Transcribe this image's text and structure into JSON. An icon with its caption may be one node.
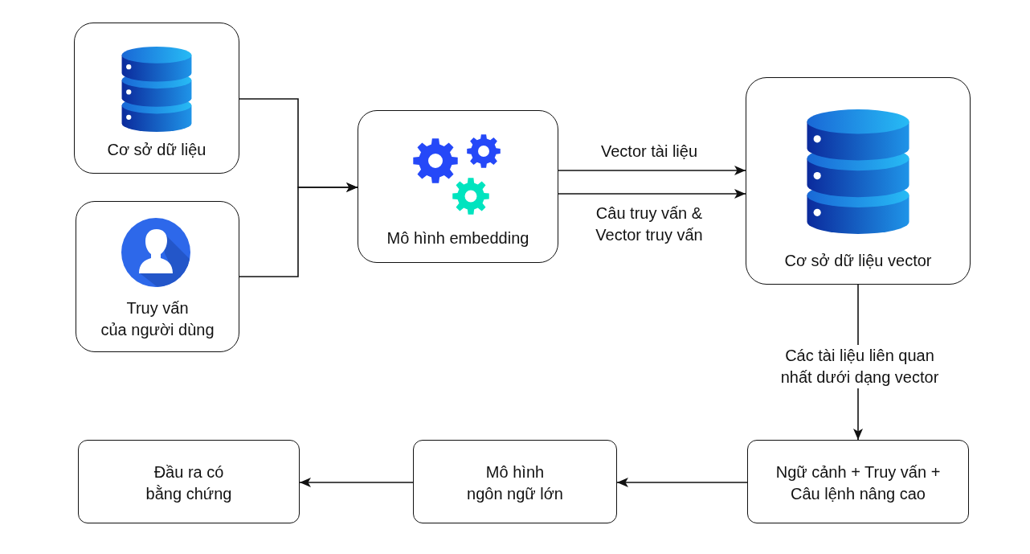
{
  "diagram": {
    "nodes": [
      {
        "text": [
          "Cơ sở dữ liệu"
        ]
      },
      {
        "text": [
          "Truy vấn của người dùng"
        ]
      },
      {
        "text": [
          "Mô hình embedding"
        ]
      },
      {
        "text": [
          "Cơ sở dữ liệu vector"
        ]
      },
      {
        "text": [
          "Ngữ cảnh + Truy vấn + Câu lệnh nâng cao"
        ]
      },
      {
        "text": [
          "Mô hình ngôn ngữ lớn"
        ]
      },
      {
        "text": [
          "Đầu ra có bằng chứng"
        ]
      }
    ],
    "edges": [
      {
        "from": 0,
        "to": 2,
        "arrow": "to"
      },
      {
        "from": 1,
        "to": 2,
        "arrow": "to"
      },
      {
        "from": 2,
        "to": 3,
        "arrow": "to",
        "label": "Vector tài liệu"
      },
      {
        "from": 2,
        "to": 3,
        "arrow": "to",
        "label": "Câu truy vấn & Vector truy vấn"
      },
      {
        "from": 3,
        "to": 4,
        "arrow": "to",
        "label": "Các tài liệu liên quan nhất dưới dạng vector"
      },
      {
        "from": 4,
        "to": 5,
        "arrow": "to"
      },
      {
        "from": 5,
        "to": 6,
        "arrow": "to"
      }
    ]
  }
}
